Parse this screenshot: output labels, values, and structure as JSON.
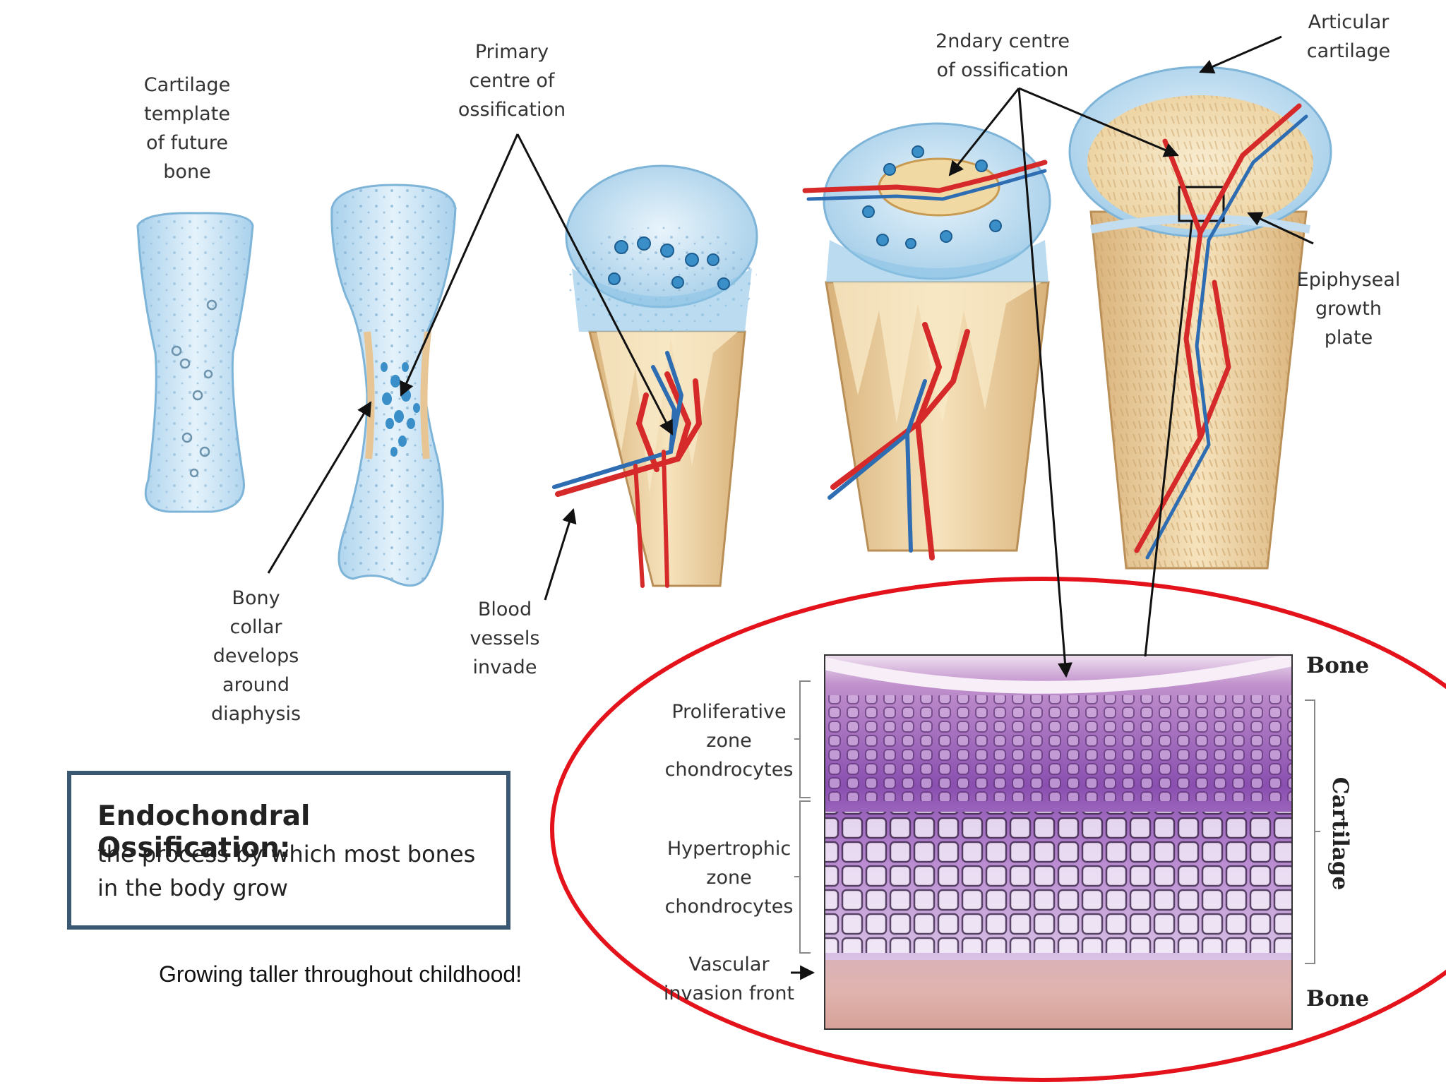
{
  "labels": {
    "cartilage_template": "Cartilage\ntemplate\nof future\nbone",
    "primary_centre": "Primary\ncentre of\nossification",
    "secondary_centre": "2ndary centre\nof ossification",
    "articular_cartilage": "Articular\ncartilage",
    "epiphyseal_plate": "Epiphyseal\ngrowth\nplate",
    "bony_collar": "Bony\ncollar\ndevelops\naround\ndiaphysis",
    "blood_vessels": "Blood\nvessels\ninvade",
    "proliferative_zone": "Proliferative\nzone\nchondrocytes",
    "hypertrophic_zone": "Hypertrophic\nzone\nchondrocytes",
    "vascular_front": "Vascular\ninvasion front",
    "bone_top": "Bone",
    "cartilage_side": "Cartilage",
    "bone_bottom": "Bone"
  },
  "info_box": {
    "title": "Endochondral Ossification:",
    "subtitle": "the process by which most bones in the body grow"
  },
  "caption": "Growing taller throughout childhood!",
  "colors": {
    "cartilage": "#cfe6f5",
    "bone": "#f3ddb0",
    "artery": "#d62a2a",
    "vein": "#2f6db3",
    "highlight_ellipse": "#e3121b",
    "histology": "#8a4fb0",
    "box_border": "#3b5872"
  }
}
